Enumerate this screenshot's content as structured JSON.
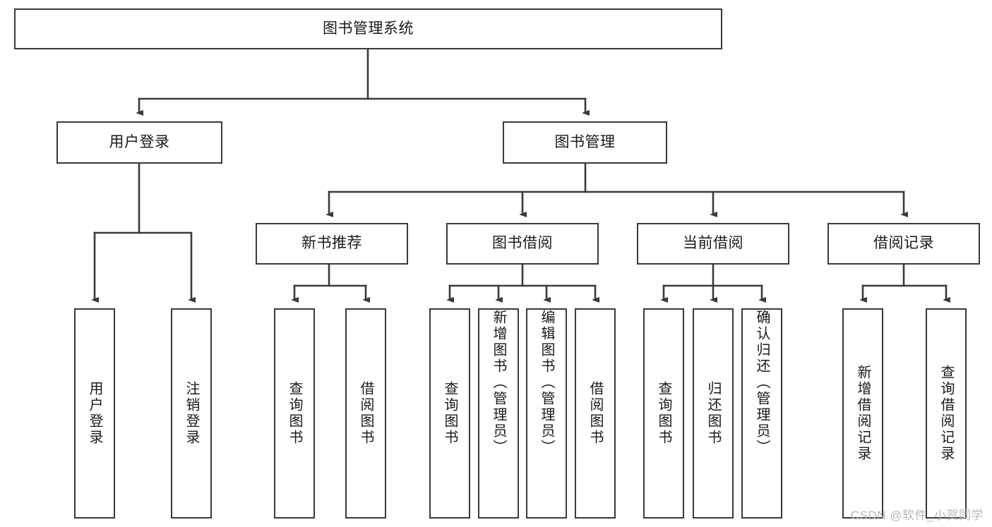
{
  "diagram": {
    "title": "图书管理系统",
    "type": "hierarchy-tree",
    "colors": {
      "box_border": "#3a3a3a",
      "box_fill": "#ffffff",
      "connector": "#3a3a3a",
      "text": "#1a1a1a",
      "watermark": "#b9b9b9"
    },
    "root": {
      "label": "图书管理系统"
    },
    "level1": [
      {
        "label": "用户登录"
      },
      {
        "label": "图书管理"
      }
    ],
    "level2": [
      {
        "label": "新书推荐"
      },
      {
        "label": "图书借阅"
      },
      {
        "label": "当前借阅"
      },
      {
        "label": "借阅记录"
      }
    ],
    "leaves": {
      "user_login": [
        {
          "label": "用户登录"
        },
        {
          "label": "注销登录"
        }
      ],
      "new_book": [
        {
          "label": "查询图书"
        },
        {
          "label": "借阅图书"
        }
      ],
      "book_borrow": [
        {
          "label": "查询图书"
        },
        {
          "label": "新增图书（管理员）"
        },
        {
          "label": "编辑图书（管理员）"
        },
        {
          "label": "借阅图书"
        }
      ],
      "current_borrow": [
        {
          "label": "查询图书"
        },
        {
          "label": "归还图书"
        },
        {
          "label": "确认归还（管理员）"
        }
      ],
      "borrow_record": [
        {
          "label": "新增借阅记录"
        },
        {
          "label": "查询借阅记录"
        }
      ]
    }
  },
  "watermark": {
    "text": "CSDN @软件_小贺同学"
  }
}
